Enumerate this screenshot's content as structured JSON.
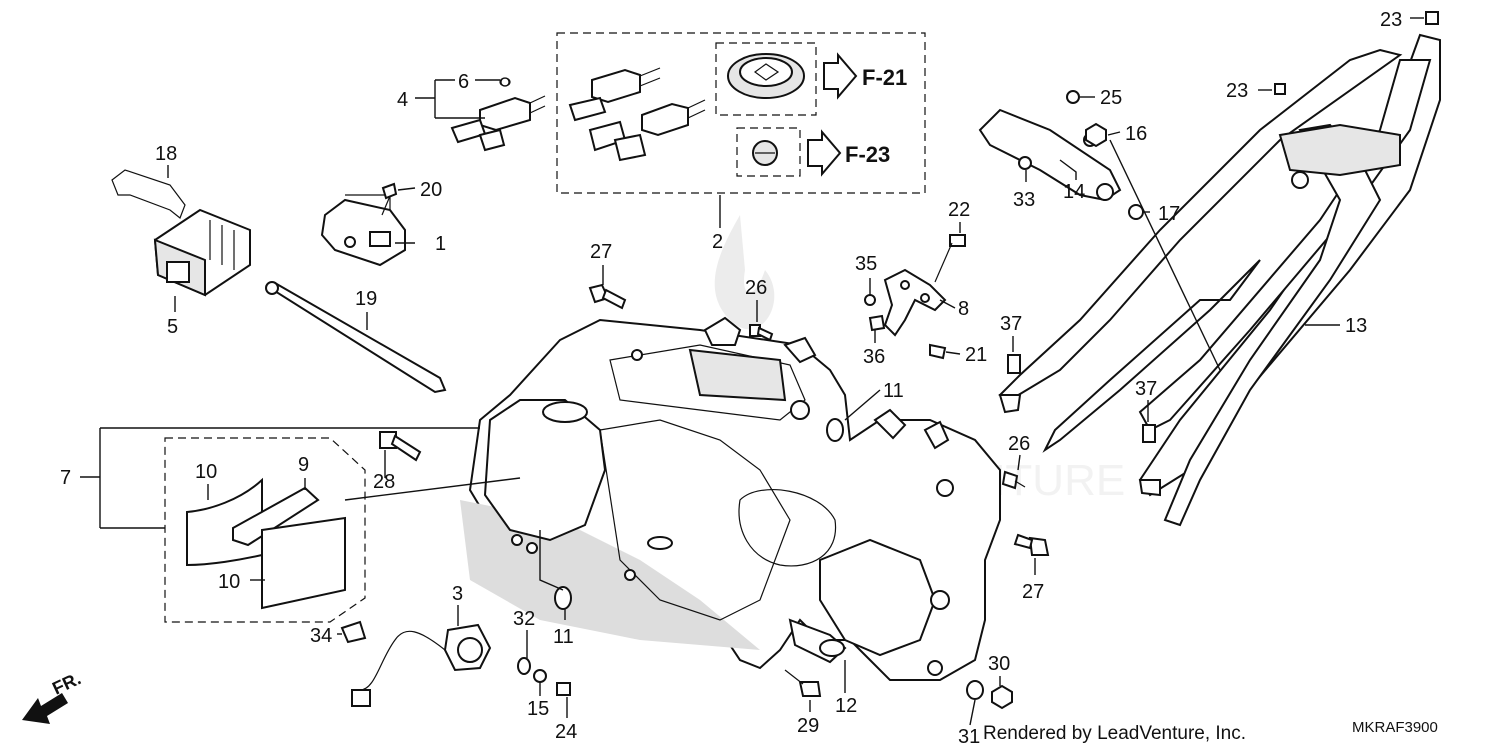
{
  "diagram": {
    "refs": {
      "f21": "F-21",
      "f23": "F-23"
    },
    "fr_label": "FR.",
    "watermark": "LEADVENTURE",
    "credit": "Rendered by LeadVenture, Inc.",
    "code": "MKRAF3900",
    "callouts": {
      "c1": "1",
      "c2": "2",
      "c3": "3",
      "c4": "4",
      "c5": "5",
      "c6": "6",
      "c7": "7",
      "c8": "8",
      "c9": "9",
      "c10a": "10",
      "c10b": "10",
      "c11a": "11",
      "c11b": "11",
      "c12": "12",
      "c13": "13",
      "c14": "14",
      "c15": "15",
      "c16": "16",
      "c17": "17",
      "c18": "18",
      "c19": "19",
      "c20": "20",
      "c21": "21",
      "c22": "22",
      "c23a": "23",
      "c23b": "23",
      "c24": "24",
      "c25": "25",
      "c26a": "26",
      "c26b": "26",
      "c27a": "27",
      "c27b": "27",
      "c28": "28",
      "c29": "29",
      "c30": "30",
      "c31": "31",
      "c32": "32",
      "c33": "33",
      "c34": "34",
      "c35": "35",
      "c36": "36",
      "c37a": "37",
      "c37b": "37"
    }
  }
}
